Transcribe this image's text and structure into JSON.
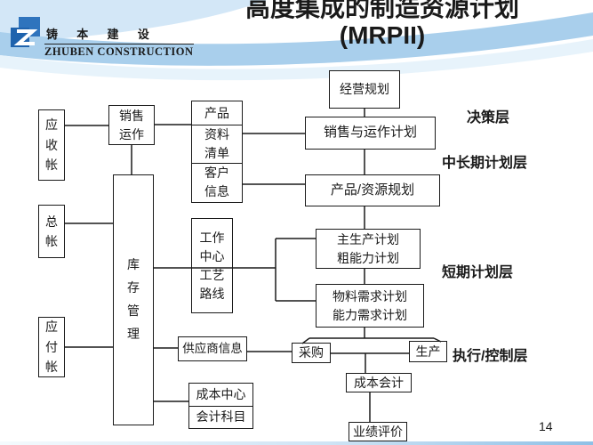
{
  "slide": {
    "title_line1": "高度集成的制造资源计划",
    "title_line2": "(MRPII)",
    "page_number": "14"
  },
  "logo": {
    "name_cn": "铸 本 建 设",
    "name_en": "ZHUBEN CONSTRUCTION"
  },
  "layer_labels": {
    "decision": "决策层",
    "mid_long": "中长期计划层",
    "short_term": "短期计划层",
    "execution": "执行/控制层"
  },
  "boxes": {
    "accounts_receivable": "应收帐",
    "sales_operation": "销售运作",
    "general_ledger": "总帐",
    "inventory_mgmt": "库存管理",
    "accounts_payable": "应付帐",
    "product": "产品",
    "bom": "资料清单",
    "customer_info": "客户信息",
    "work_center_routing": "工作中心工艺路线",
    "supplier_info": "供应商信息",
    "cost_center": "成本中心",
    "account_subjects": "会计科目",
    "business_planning": "经营规划",
    "sales_ops_planning": "销售与运作计划",
    "product_resource_planning": "产品/资源规划",
    "mps_line1": "主生产计划",
    "mps_line2": "粗能力计划",
    "mrp_line1": "物料需求计划",
    "mrp_line2": "能力需求计划",
    "purchasing": "采购",
    "production": "生产",
    "cost_accounting": "成本会计",
    "performance_eval": "业绩评价"
  },
  "colors": {
    "line": "#1a1a1a",
    "band_light": "#d3e7f7",
    "band_mid": "#a9cfec",
    "band_pale": "#e7f3fb",
    "logo_blue_dark": "#1f63ad",
    "logo_blue": "#2f74bd"
  }
}
